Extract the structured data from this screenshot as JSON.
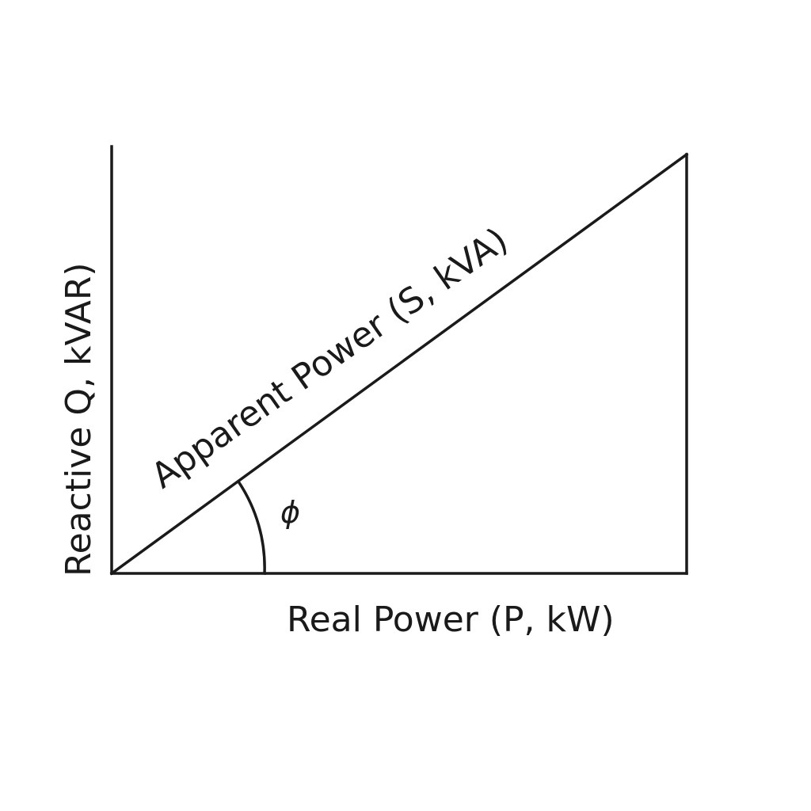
{
  "diagram": {
    "hypotenuse_label": "Apparent Power (S, kVA)",
    "horizontal_label": "Real Power (P, kW)",
    "vertical_label": "Reactive Q, kVAR)",
    "angle_symbol": "ϕ",
    "line_color": "#1a1a1a",
    "background_color": "#ffffff"
  }
}
